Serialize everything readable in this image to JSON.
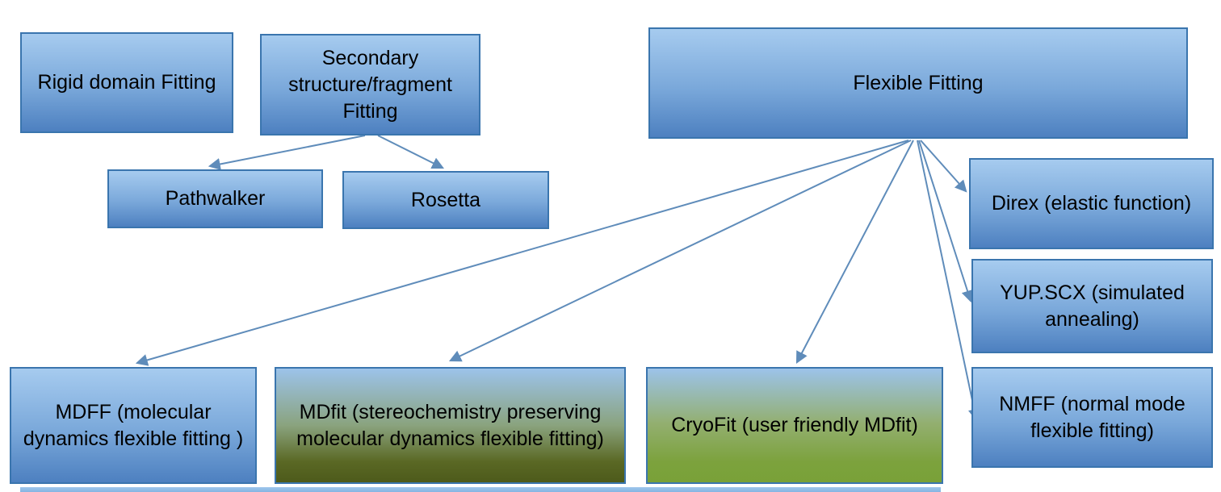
{
  "nodes": {
    "rigid": {
      "label": "Rigid domain Fitting"
    },
    "secondary": {
      "label": "Secondary structure/fragment Fitting"
    },
    "flexible": {
      "label": "Flexible Fitting"
    },
    "pathwalker": {
      "label": "Pathwalker"
    },
    "rosetta": {
      "label": "Rosetta"
    },
    "direx": {
      "label": "Direx (elastic function)"
    },
    "yupscx": {
      "label": "YUP.SCX (simulated annealing)"
    },
    "nmff": {
      "label": "NMFF (normal mode flexible fitting)"
    },
    "mdff": {
      "label": "MDFF (molecular dynamics flexible fitting )"
    },
    "mdfit": {
      "label": "MDfit (stereochemistry preserving molecular dynamics flexible fitting)"
    },
    "cryofit": {
      "label": "CryoFit (user friendly MDfit)"
    }
  },
  "edges": [
    {
      "from": "secondary",
      "to": "pathwalker"
    },
    {
      "from": "secondary",
      "to": "rosetta"
    },
    {
      "from": "flexible",
      "to": "mdff"
    },
    {
      "from": "flexible",
      "to": "mdfit"
    },
    {
      "from": "flexible",
      "to": "cryofit"
    },
    {
      "from": "flexible",
      "to": "nmff"
    },
    {
      "from": "flexible",
      "to": "yupscx"
    },
    {
      "from": "flexible",
      "to": "direx"
    }
  ],
  "colors": {
    "box_blue_top": "#a6cbef",
    "box_blue_bottom": "#4d80c0",
    "box_border": "#3a75ae",
    "box_olive_bottom": "#4d5a1b",
    "box_green_bottom": "#79a138",
    "arrow": "#5f8cba",
    "text": "#000000",
    "background": "#ffffff"
  }
}
